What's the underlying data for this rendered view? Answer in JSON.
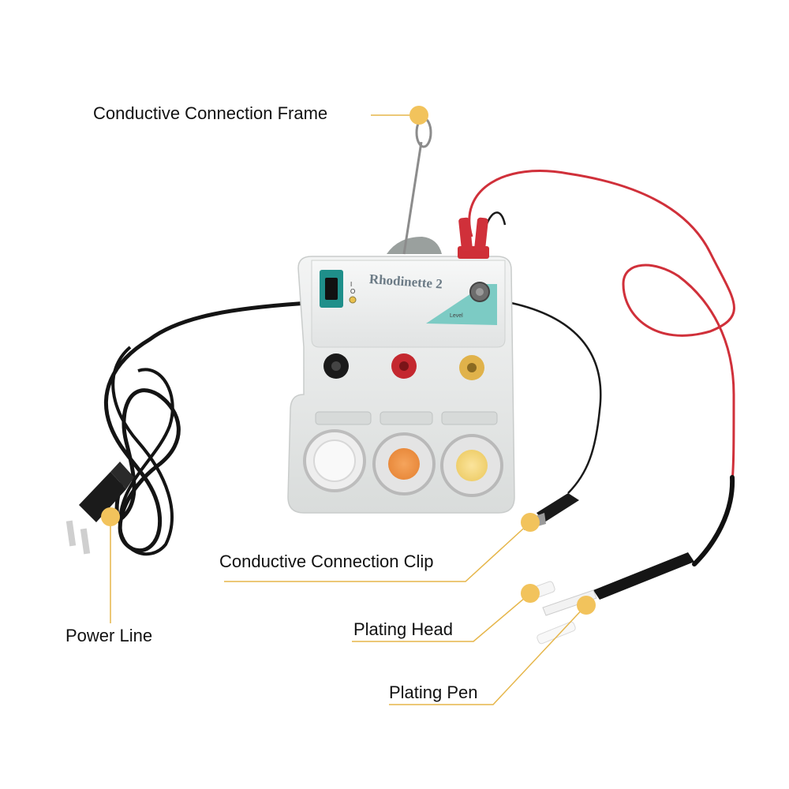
{
  "callouts": {
    "frame": "Conductive Connection Frame",
    "clip": "Conductive Connection Clip",
    "head": "Plating Head",
    "pen": "Plating Pen",
    "power": "Power Line"
  },
  "device": {
    "brand": "Rhodinette 2",
    "knob_label": "Level",
    "switch_marks": [
      "I",
      "O"
    ]
  },
  "colors": {
    "callout_dot": "#f2c35c",
    "callout_line": "#e6b64a",
    "red_wire": "#d0303a",
    "black_wire": "#111111",
    "device_body": "#e9ebea",
    "accent_teal": "#7ccbc4",
    "switch_bg": "#1f8f8a"
  }
}
